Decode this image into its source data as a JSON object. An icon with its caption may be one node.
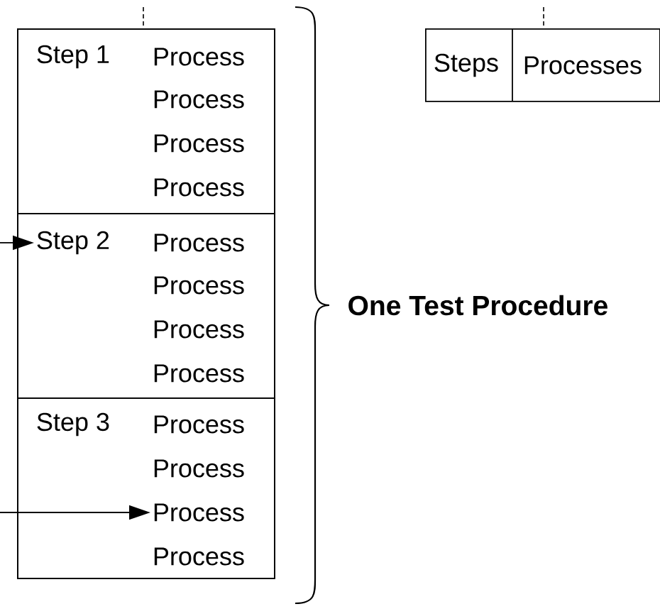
{
  "diagram": {
    "nodes": [
      {
        "text": [],
        "shape": "box",
        "beside": [
          "One Test Procedure"
        ]
      },
      {
        "text": [
          "Step 1",
          "Process",
          "Process",
          "Process",
          "Process"
        ],
        "in": 0
      },
      {
        "text": [
          "Step 2",
          "Process",
          "Process",
          "Process",
          "Process"
        ],
        "in": 0
      },
      {
        "text": [
          "Step 3",
          "Process",
          "Process",
          "Process",
          "Process"
        ],
        "in": 0
      },
      {
        "text": [
          "Steps",
          "Processes"
        ]
      }
    ],
    "edges": [
      {
        "from": null,
        "to": 2,
        "arrow": "to"
      },
      {
        "from": null,
        "to": 3,
        "arrow": "to"
      }
    ]
  }
}
